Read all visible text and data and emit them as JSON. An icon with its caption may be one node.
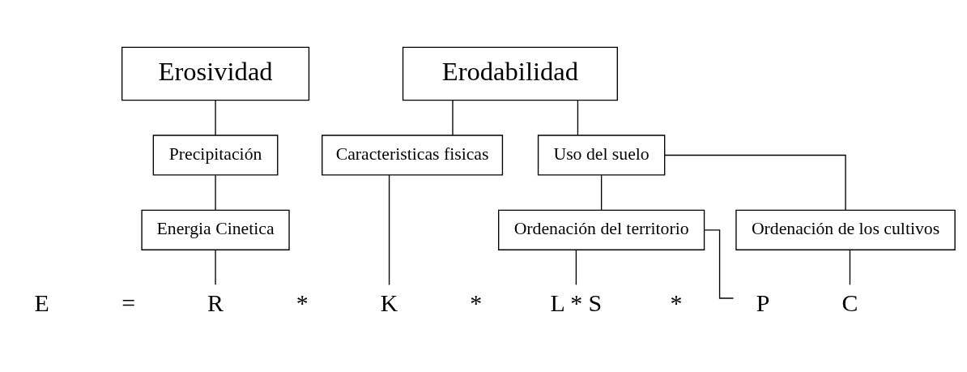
{
  "diagram": {
    "nodes": [
      {
        "text": [
          "Erosividad"
        ]
      },
      {
        "text": [
          "Erodabilidad"
        ]
      },
      {
        "text": [
          "Precipitación"
        ]
      },
      {
        "text": [
          "Caracteristicas fisicas"
        ]
      },
      {
        "text": [
          "Uso del suelo"
        ]
      },
      {
        "text": [
          "Energia Cinetica"
        ]
      },
      {
        "text": [
          "Ordenación del territorio"
        ]
      },
      {
        "text": [
          "Ordenación de los cultivos"
        ]
      },
      {
        "text": [
          "R"
        ]
      },
      {
        "text": [
          "K"
        ]
      },
      {
        "text": [
          "L * S"
        ]
      },
      {
        "text": [
          "P"
        ]
      },
      {
        "text": [
          "C"
        ]
      }
    ],
    "edges": [
      {
        "from": 0,
        "to": 2,
        "arrow": "none"
      },
      {
        "from": 2,
        "to": 5,
        "arrow": "none"
      },
      {
        "from": 5,
        "to": 8,
        "arrow": "none"
      },
      {
        "from": 1,
        "to": 3,
        "arrow": "none"
      },
      {
        "from": 1,
        "to": 4,
        "arrow": "none"
      },
      {
        "from": 3,
        "to": 9,
        "arrow": "none"
      },
      {
        "from": 4,
        "to": 6,
        "arrow": "none"
      },
      {
        "from": 4,
        "to": 7,
        "arrow": "none"
      },
      {
        "from": 6,
        "to": 10,
        "arrow": "none"
      },
      {
        "from": 6,
        "to": 11,
        "arrow": "none"
      },
      {
        "from": 7,
        "to": 12,
        "arrow": "none"
      }
    ],
    "labels": [
      "E",
      "=",
      "*",
      "*",
      "*"
    ]
  }
}
